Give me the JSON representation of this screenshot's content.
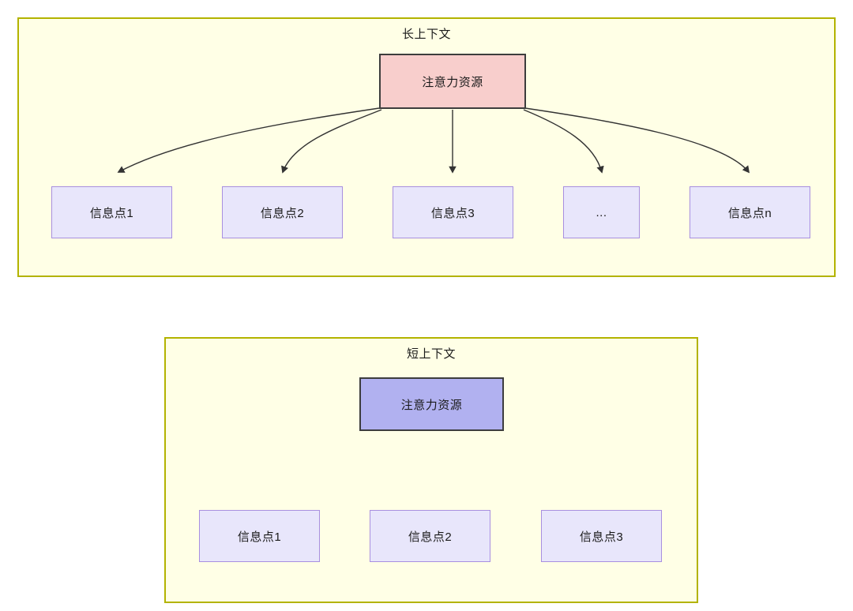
{
  "diagram": {
    "type": "flow-diagram",
    "background": "#ffffff",
    "colors": {
      "group_fill": "#ffffe6",
      "group_border": "#b3b300",
      "root_long_fill": "#f8cecc",
      "root_short_fill": "#b1b1f0",
      "root_border": "#3d3d3d",
      "leaf_fill": "#e8e6fb",
      "leaf_border": "#a88fe0",
      "edge_color": "#333333",
      "text_color": "#1a1a1a"
    },
    "groups": [
      {
        "id": "long-context",
        "title": "长上下文",
        "root": {
          "label": "注意力资源"
        },
        "leaves": [
          {
            "label": "信息点1"
          },
          {
            "label": "信息点2"
          },
          {
            "label": "信息点3"
          },
          {
            "label": "..."
          },
          {
            "label": "信息点n"
          }
        ]
      },
      {
        "id": "short-context",
        "title": "短上下文",
        "root": {
          "label": "注意力资源"
        },
        "leaves": [
          {
            "label": "信息点1"
          },
          {
            "label": "信息点2"
          },
          {
            "label": "信息点3"
          }
        ]
      }
    ]
  }
}
